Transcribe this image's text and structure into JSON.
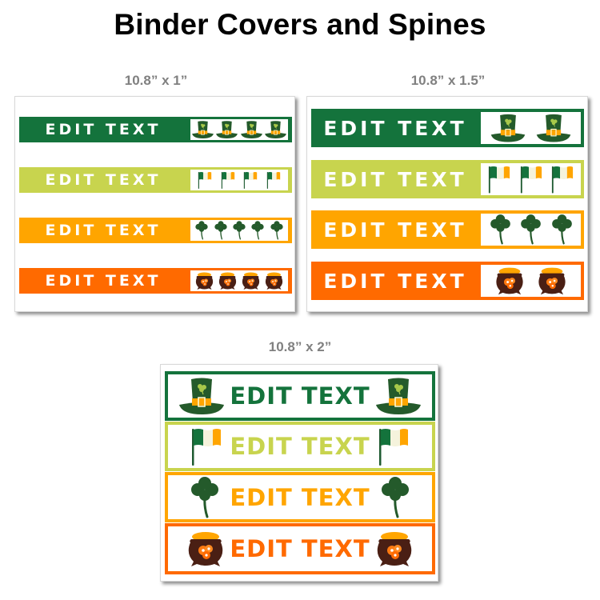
{
  "title": "Binder Covers and Spines",
  "colors": {
    "green": "#14733c",
    "lime": "#c8d44e",
    "amber": "#ffa500",
    "orange": "#ff6a00"
  },
  "panels": [
    {
      "label": "10.8” x 1”",
      "bars": [
        {
          "text": "EDIT TEXT",
          "color": "green",
          "icon": "leprechaun-hat-icon",
          "count": 4
        },
        {
          "text": "EDIT TEXT",
          "color": "lime",
          "icon": "irish-flag-icon",
          "count": 4
        },
        {
          "text": "EDIT TEXT",
          "color": "amber",
          "icon": "shamrock-icon",
          "count": 5
        },
        {
          "text": "EDIT TEXT",
          "color": "orange",
          "icon": "pot-of-gold-icon",
          "count": 4
        }
      ]
    },
    {
      "label": "10.8” x 1.5”",
      "bars": [
        {
          "text": "EDIT TEXT",
          "color": "green",
          "icon": "leprechaun-hat-icon",
          "count": 2
        },
        {
          "text": "EDIT TEXT",
          "color": "lime",
          "icon": "irish-flag-icon",
          "count": 3
        },
        {
          "text": "EDIT TEXT",
          "color": "amber",
          "icon": "shamrock-icon",
          "count": 3
        },
        {
          "text": "EDIT TEXT",
          "color": "orange",
          "icon": "pot-of-gold-icon",
          "count": 2
        }
      ]
    },
    {
      "label": "10.8” x 2”",
      "bars": [
        {
          "text": "EDIT TEXT",
          "color": "green",
          "icon": "leprechaun-hat-icon",
          "count": 2
        },
        {
          "text": "EDIT TEXT",
          "color": "lime",
          "icon": "irish-flag-icon",
          "count": 2
        },
        {
          "text": "EDIT TEXT",
          "color": "amber",
          "icon": "shamrock-icon",
          "count": 2
        },
        {
          "text": "EDIT TEXT",
          "color": "orange",
          "icon": "pot-of-gold-icon",
          "count": 2
        }
      ]
    }
  ]
}
